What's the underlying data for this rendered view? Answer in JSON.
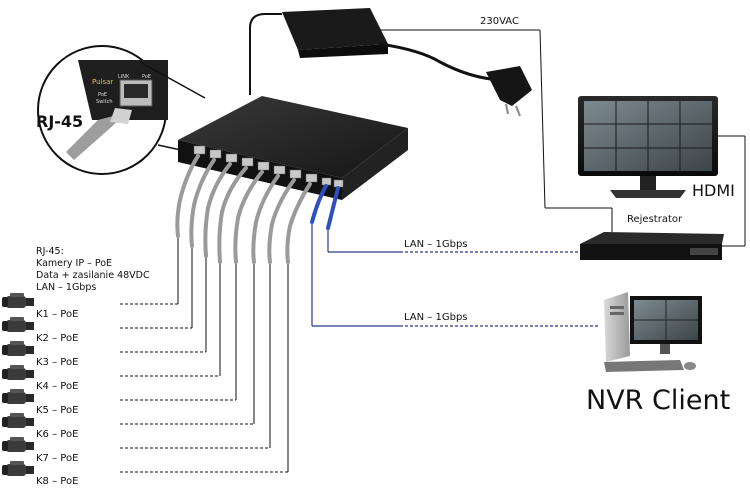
{
  "inset": {
    "title": "RJ-45",
    "brand": "Pulsar",
    "port_labels": [
      "LINK",
      "PoE"
    ],
    "device_label": [
      "PoE",
      "Switch"
    ]
  },
  "rj45_description": [
    "RJ-45:",
    "Kamery IP – PoE",
    "Data + zasilanie 48VDC",
    "LAN – 1Gbps"
  ],
  "power": {
    "ac_label": "230VAC"
  },
  "recorder": {
    "label": "Rejestrator",
    "hdmi_label": "HDMI"
  },
  "lan": {
    "recorder_link": "LAN – 1Gbps",
    "client_link": "LAN – 1Gbps"
  },
  "client": {
    "label": "NVR Client"
  },
  "cameras": [
    {
      "label": "K1 – PoE"
    },
    {
      "label": "K2 – PoE"
    },
    {
      "label": "K3 – PoE"
    },
    {
      "label": "K4 – PoE"
    },
    {
      "label": "K5 – PoE"
    },
    {
      "label": "K6 – PoE"
    },
    {
      "label": "K7 – PoE"
    },
    {
      "label": "K8 – PoE"
    }
  ],
  "colors": {
    "lan_line": "#2b3a8f",
    "cable_gray": "#9a9a9a",
    "cable_blue": "#2f4fbf",
    "device_dark": "#1d1d1d"
  }
}
